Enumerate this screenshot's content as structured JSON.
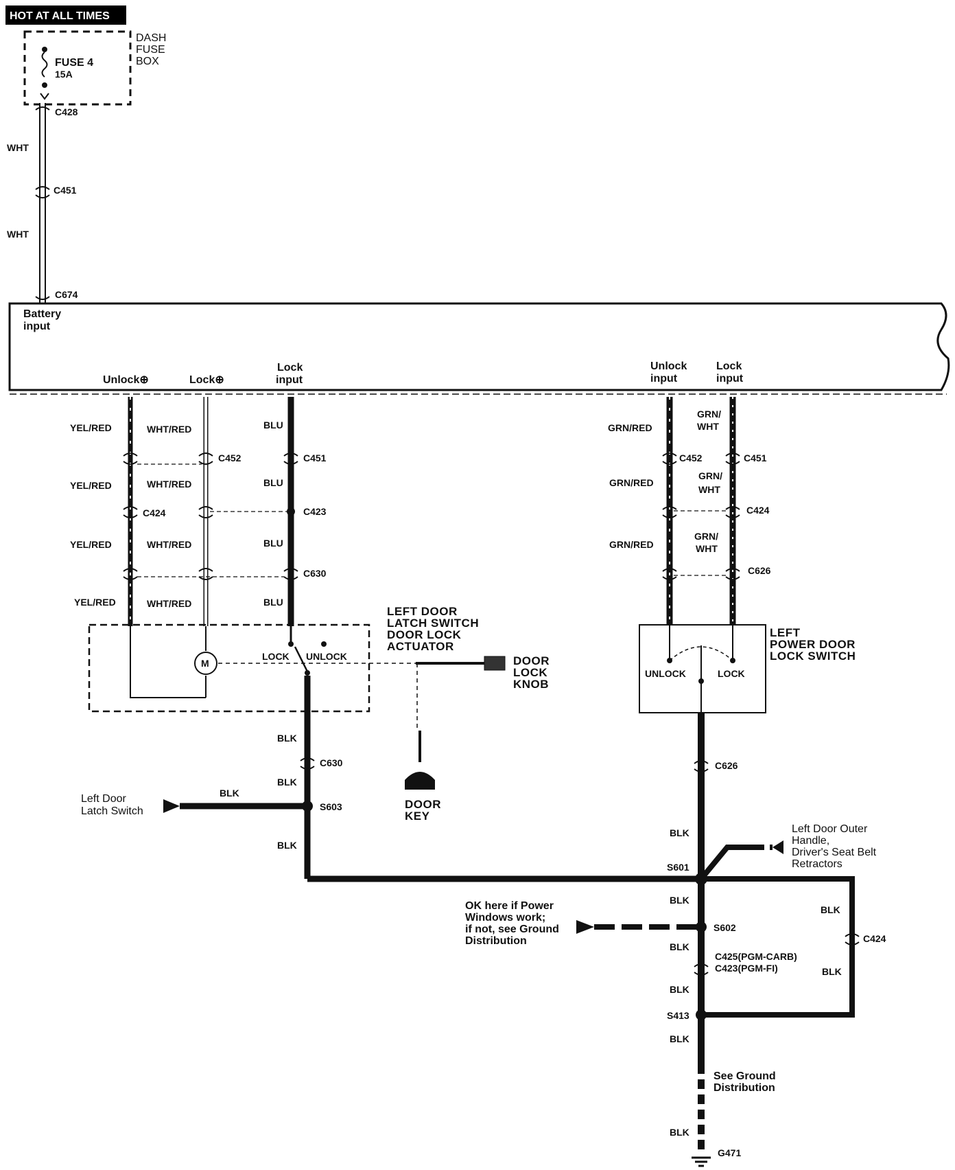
{
  "header": {
    "title": "HOT AT ALL TIMES"
  },
  "fuse_box": {
    "label_line1": "DASH",
    "label_line2": "FUSE",
    "label_line3": "BOX",
    "fuse_name": "FUSE 4",
    "fuse_rating": "15A"
  },
  "connectors": {
    "c428": "C428",
    "c451_top": "C451",
    "c674": "C674",
    "c452_left": "C452",
    "c451_left": "C451",
    "c424_left": "C424",
    "c423_left": "C423",
    "c630_left": "C630",
    "c452_right": "C452",
    "c451_right": "C451",
    "c424_right": "C424",
    "c626_right": "C626",
    "c630_lower": "C630",
    "c626_lower": "C626",
    "c424_ground": "C424",
    "c425": "C425(PGM-CARB)",
    "c423_ground": "C423(PGM-FI)"
  },
  "splices": {
    "s603": "S603",
    "s601": "S601",
    "s602": "S602",
    "s413": "S413",
    "g471": "G471"
  },
  "wires": {
    "wht": "WHT",
    "yel_red": "YEL/RED",
    "wht_red": "WHT/RED",
    "blu": "BLU",
    "grn_red": "GRN/RED",
    "grn": "GRN/",
    "wht2": "WHT",
    "blk": "BLK"
  },
  "control_unit": {
    "battery_line1": "Battery",
    "battery_line2": "input",
    "unlock_plus": "Unlock⊕",
    "lock_plus": "Lock⊕",
    "lock_input_1": "Lock",
    "lock_input_2": "input",
    "unlock_input_1": "Unlock",
    "unlock_input_2": "input",
    "lock_input_r1": "Lock",
    "lock_input_r2": "input"
  },
  "actuator": {
    "title_1": "LEFT DOOR",
    "title_2": "LATCH SWITCH",
    "title_3": "DOOR LOCK",
    "title_4": "ACTUATOR",
    "motor": "M",
    "lock": "LOCK",
    "unlock": "UNLOCK"
  },
  "knob": {
    "line1": "DOOR",
    "line2": "LOCK",
    "line3": "KNOB"
  },
  "key": {
    "line1": "DOOR",
    "line2": "KEY"
  },
  "switch": {
    "title_1": "LEFT",
    "title_2": "POWER DOOR",
    "title_3": "LOCK SWITCH",
    "unlock": "UNLOCK",
    "lock": "LOCK"
  },
  "notes": {
    "latch_1": "Left Door",
    "latch_2": "Latch Switch",
    "handle_1": "Left Door Outer",
    "handle_2": "Handle,",
    "handle_3": "Driver's Seat Belt",
    "handle_4": "Retractors",
    "ok_1": "OK here if Power",
    "ok_2": "Windows work;",
    "ok_3": "if not, see Ground",
    "ok_4": "Distribution",
    "ground_1": "See Ground",
    "ground_2": "Distribution"
  }
}
